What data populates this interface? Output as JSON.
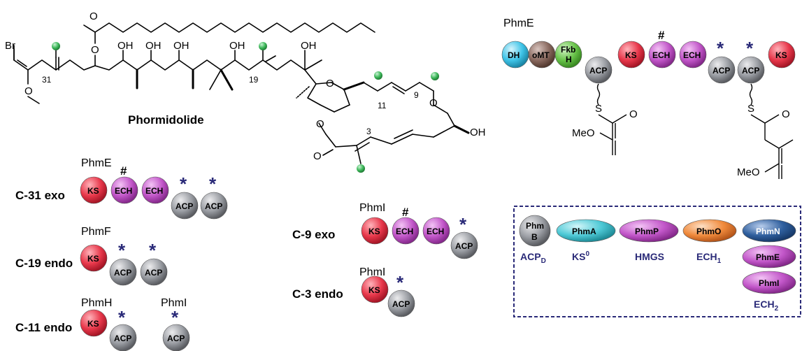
{
  "colors": {
    "ks": "#e8384b",
    "ech": "#c257c9",
    "acp": "#9a9da3",
    "dh": "#3fc4e8",
    "omt": "#8a6a60",
    "fkbh": "#69c44a",
    "phmA": "#4ec9d6",
    "phmO": "#f08a3c",
    "phmN": "#2f5f9e",
    "green_dot": "#3db85a",
    "legend_text": "#2a2a78",
    "frame": "#2a2a78"
  },
  "molecule": {
    "name": "Phormidolide",
    "atoms": {
      "br": "Br",
      "o": "O",
      "oh": "OH",
      "meo": "MeO"
    },
    "numbers": {
      "n31": "31",
      "n19": "19",
      "n11": "11",
      "n9": "9",
      "n3": "3"
    }
  },
  "phmE_module": {
    "title": "PhmE",
    "domains": {
      "dh": "DH",
      "omt": "oMT",
      "fkb1": "Fkb",
      "fkb2": "H",
      "acp": "ACP",
      "ks": "KS",
      "ech": "ECH"
    },
    "hash": "#",
    "star": "*",
    "s": "S"
  },
  "branches": [
    {
      "label": "C-31 exo",
      "protein": "PhmE"
    },
    {
      "label": "C-19 endo",
      "protein": "PhmF"
    },
    {
      "label": "C-11 endo",
      "protein": "PhmH",
      "protein2": "PhmI"
    },
    {
      "label": "C-9 exo",
      "protein": "PhmI"
    },
    {
      "label": "C-3 endo",
      "protein": "PhmI"
    }
  ],
  "legend": {
    "phmB_1": "Phm",
    "phmB_2": "B",
    "phmA": "PhmA",
    "phmP": "PhmP",
    "phmO": "PhmO",
    "phmN": "PhmN",
    "phmE": "PhmE",
    "phmI": "PhmI",
    "acpd_main": "ACP",
    "acpd_sub": "D",
    "ks0_main": "KS",
    "ks0_sup": "0",
    "hmgs": "HMGS",
    "ech1_main": "ECH",
    "ech1_sub": "1",
    "ech2_main": "ECH",
    "ech2_sub": "2"
  }
}
